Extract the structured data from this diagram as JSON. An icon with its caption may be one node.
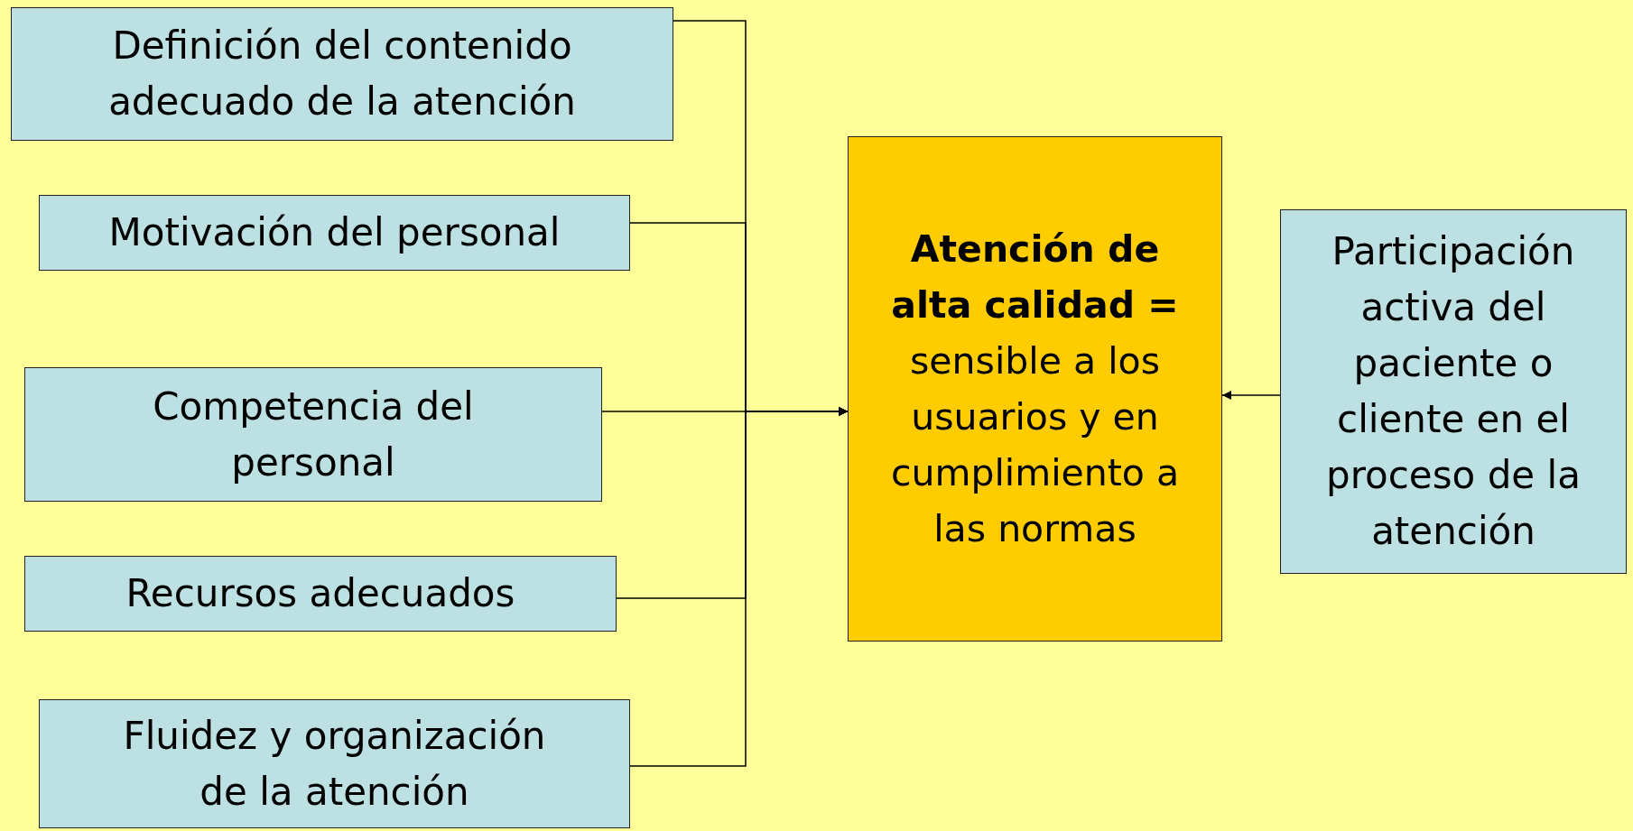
{
  "diagram": {
    "nodes": [
      {
        "text": [
          "Definición del contenido adecuado de la atención"
        ]
      },
      {
        "text": [
          "Motivación del personal"
        ]
      },
      {
        "text": [
          "Competencia del personal"
        ]
      },
      {
        "text": [
          "Recursos adecuados"
        ]
      },
      {
        "text": [
          "Fluidez y organización de la atención"
        ]
      },
      {
        "text": [
          "**Atención de alta calidad =** sensible a los usuarios y en cumplimiento a las normas"
        ]
      },
      {
        "text": [
          "Participación activa del paciente o cliente en el proceso de la atención"
        ]
      }
    ],
    "edges": [
      {
        "from": 0,
        "to": 5,
        "arrow": "to"
      },
      {
        "from": 1,
        "to": 5,
        "arrow": "to"
      },
      {
        "from": 2,
        "to": 5,
        "arrow": "to"
      },
      {
        "from": 3,
        "to": 5,
        "arrow": "to"
      },
      {
        "from": 4,
        "to": 5,
        "arrow": "to"
      },
      {
        "from": 6,
        "to": 5,
        "arrow": "to"
      }
    ]
  }
}
